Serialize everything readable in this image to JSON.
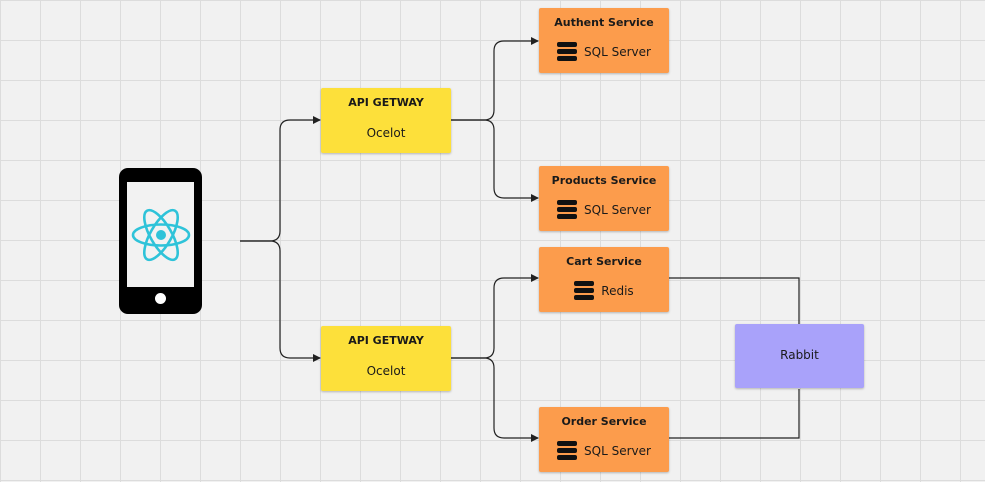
{
  "gateways": [
    {
      "title": "API GETWAY",
      "subtitle": "Ocelot"
    },
    {
      "title": "API GETWAY",
      "subtitle": "Ocelot"
    }
  ],
  "services": [
    {
      "title": "Authent Service",
      "store": "SQL Server"
    },
    {
      "title": "Products Service",
      "store": "SQL Server"
    },
    {
      "title": "Cart Service",
      "store": "Redis"
    },
    {
      "title": "Order Service",
      "store": "SQL Server"
    }
  ],
  "queue": {
    "label": "Rabbit"
  },
  "client": {
    "icon": "react-icon",
    "device": "mobile-phone-icon"
  },
  "colors": {
    "gateway": "#fde03a",
    "service": "#fc9c4c",
    "queue": "#a9a2fa",
    "react_logo": "#2ec3d9"
  }
}
